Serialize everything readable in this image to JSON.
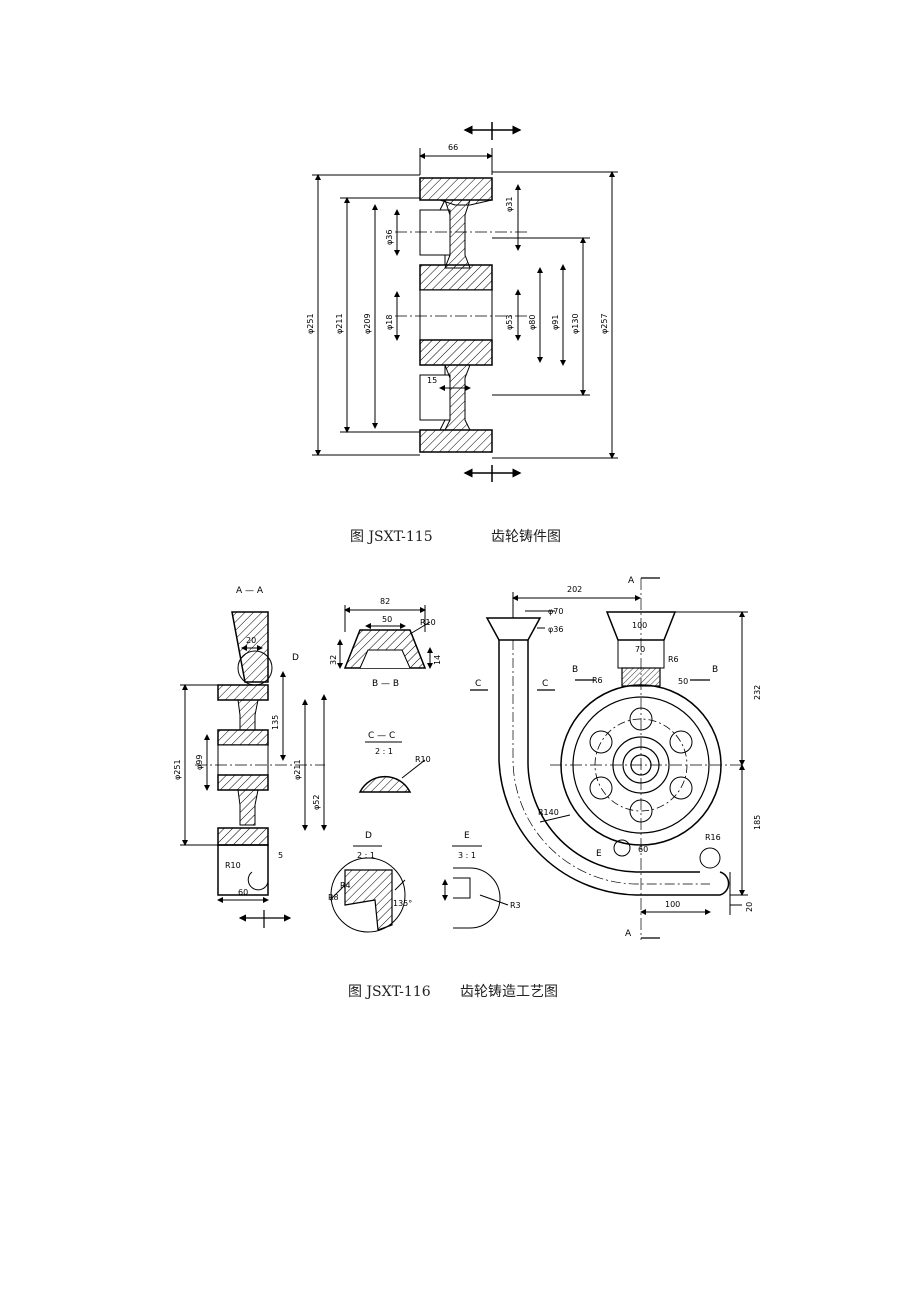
{
  "figure1": {
    "caption_id": "图 JSXT-115",
    "caption_title": "齿轮铸件图",
    "dims": {
      "width_top": "66",
      "d1": "φ31",
      "d2": "φ36",
      "d3": "φ18",
      "d4": "φ53",
      "d5": "φ80",
      "d6": "φ91",
      "d7": "φ130",
      "d8": "φ257",
      "d9": "φ251",
      "d10": "φ211",
      "d11": "φ209",
      "d12": "15"
    }
  },
  "figure2": {
    "caption_id": "图 JSXT-116",
    "caption_title": "齿轮铸造工艺图",
    "section_aa": "A — A",
    "section_bb": "B — B",
    "section_cc": "C — C",
    "scale_cc": "2 : 1",
    "detail_d": "D",
    "scale_d": "2 : 1",
    "detail_e": "E",
    "scale_e": "3 : 1",
    "mark_a": "A",
    "mark_b": "B",
    "mark_c": "C",
    "mark_d": "D",
    "mark_e": "E",
    "dims": {
      "aa_20": "20",
      "aa_135": "135",
      "aa_d251": "φ251",
      "aa_d99": "φ99",
      "aa_d211": "φ211",
      "aa_d52": "φ52",
      "aa_r10": "R10",
      "aa_60": "60",
      "aa_5": "5",
      "bb_82": "82",
      "bb_50": "50",
      "bb_r10": "R10",
      "bb_32": "32",
      "bb_14": "14",
      "cc_r10": "R10",
      "d_r8": "R8",
      "d_r4": "R4",
      "d_135": "135°",
      "e_r3": "R3",
      "plan_202": "202",
      "plan_d70": "φ70",
      "plan_d36": "φ36",
      "plan_100a": "100",
      "plan_70": "70",
      "plan_r6a": "R6",
      "plan_r6b": "R6",
      "plan_50": "50",
      "plan_232": "232",
      "plan_r140": "R140",
      "plan_60": "60",
      "plan_185": "185",
      "plan_r16": "R16",
      "plan_100b": "100",
      "plan_20": "20"
    }
  }
}
